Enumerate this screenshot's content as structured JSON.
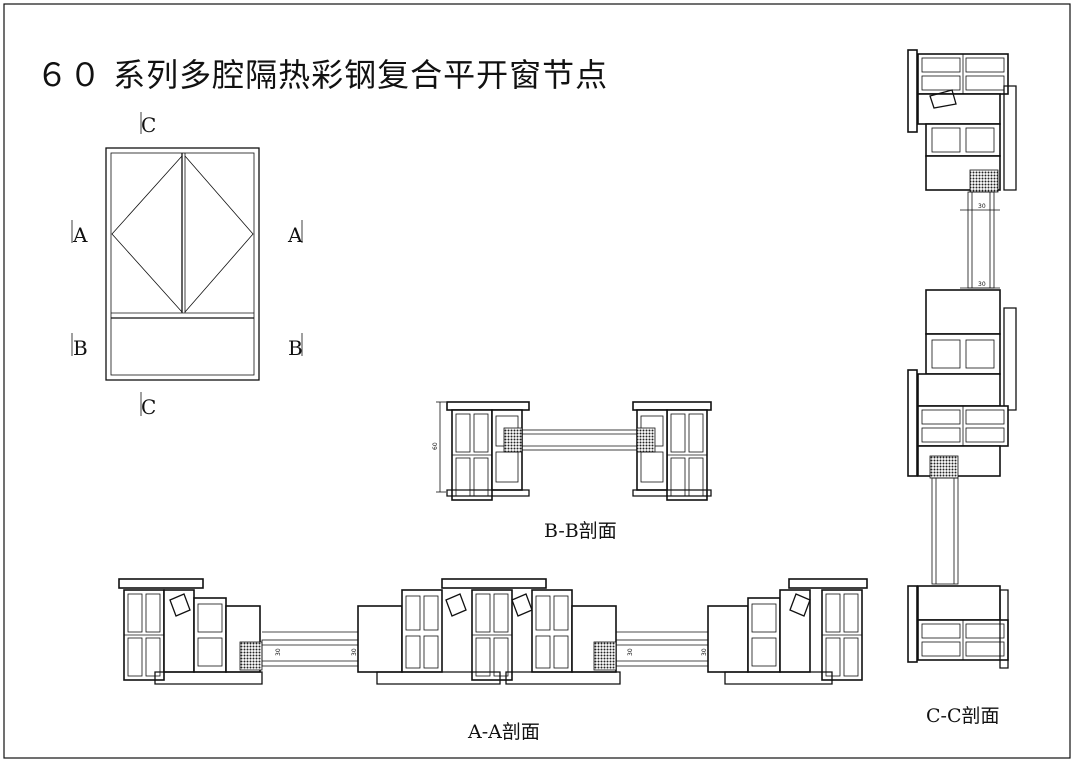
{
  "title": "６０ 系列多腔隔热彩钢复合平开窗节点",
  "elevation": {
    "section_marks": [
      "C",
      "A",
      "A",
      "B",
      "B",
      "C"
    ]
  },
  "sections": {
    "bb": {
      "caption": "B-B剖面",
      "dimension": "60"
    },
    "aa": {
      "caption": "A-A剖面",
      "dimension_left": "30",
      "dimension_right": "30"
    },
    "cc": {
      "caption": "C-C剖面",
      "dimension_top": "30",
      "dimension_bottom": "30"
    }
  }
}
